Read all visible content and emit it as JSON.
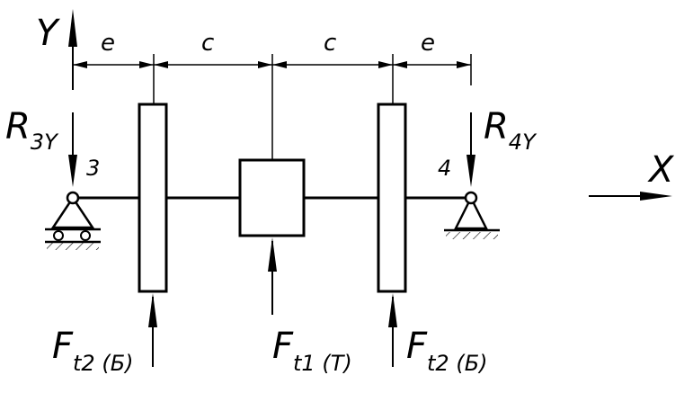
{
  "axes": {
    "y": "Y",
    "x": "X"
  },
  "dimensions": {
    "e_left": "e",
    "c_left": "c",
    "c_right": "c",
    "e_right": "e"
  },
  "supports": {
    "left": {
      "label": "3",
      "reaction_main": "R",
      "reaction_sub": "3Y"
    },
    "right": {
      "label": "4",
      "reaction_main": "R",
      "reaction_sub": "4Y"
    }
  },
  "forces": {
    "left_gear": {
      "main": "F",
      "sub": "t2 (Б)"
    },
    "center_gear": {
      "main": "F",
      "sub": "t1 (T)"
    },
    "right_gear": {
      "main": "F",
      "sub": "t2 (Б)"
    }
  }
}
